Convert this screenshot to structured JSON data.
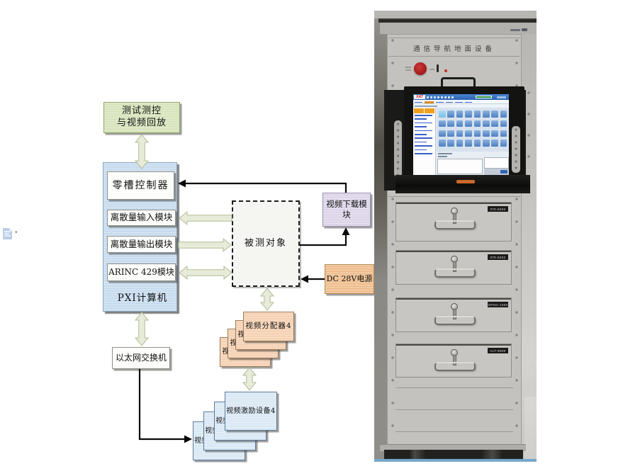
{
  "margin": {
    "icon": "comment-document-icon"
  },
  "diagram": {
    "nodes": {
      "test_playback": {
        "line1": "测试测控",
        "line2": "与视频回放"
      },
      "slot0_controller": "零槽控制器",
      "discrete_input": "离散量输入模块",
      "discrete_output": "离散量输出模块",
      "arinc429": "ARINC 429模块",
      "pxi_computer": "PXI计算机",
      "dut": "被测对象",
      "video_download": {
        "line1": "视频下载模",
        "line2": "块"
      },
      "dc_power": "DC 28V电源",
      "video_splitter": "视频分配器4",
      "ethernet_switch": "以太网交换机",
      "video_stimulus": "视频激励设备4"
    },
    "colors": {
      "green_box": "#d6e3bb",
      "pxi_container": "#c6dbee",
      "orange_stack": "#f5d0b2",
      "blue_stack": "#d9e8f4",
      "lavender_box": "#dcd4e8",
      "dc_box": "#efbd8d",
      "arrow_green": "#e7ebd9"
    }
  },
  "photo": {
    "rack_title": "通信导航地面设备",
    "drawers": [
      "IFR-6000",
      "IFR-6000",
      "GPSG-1000",
      "ALT-8000"
    ],
    "screen": {
      "logo": "XAT"
    }
  }
}
